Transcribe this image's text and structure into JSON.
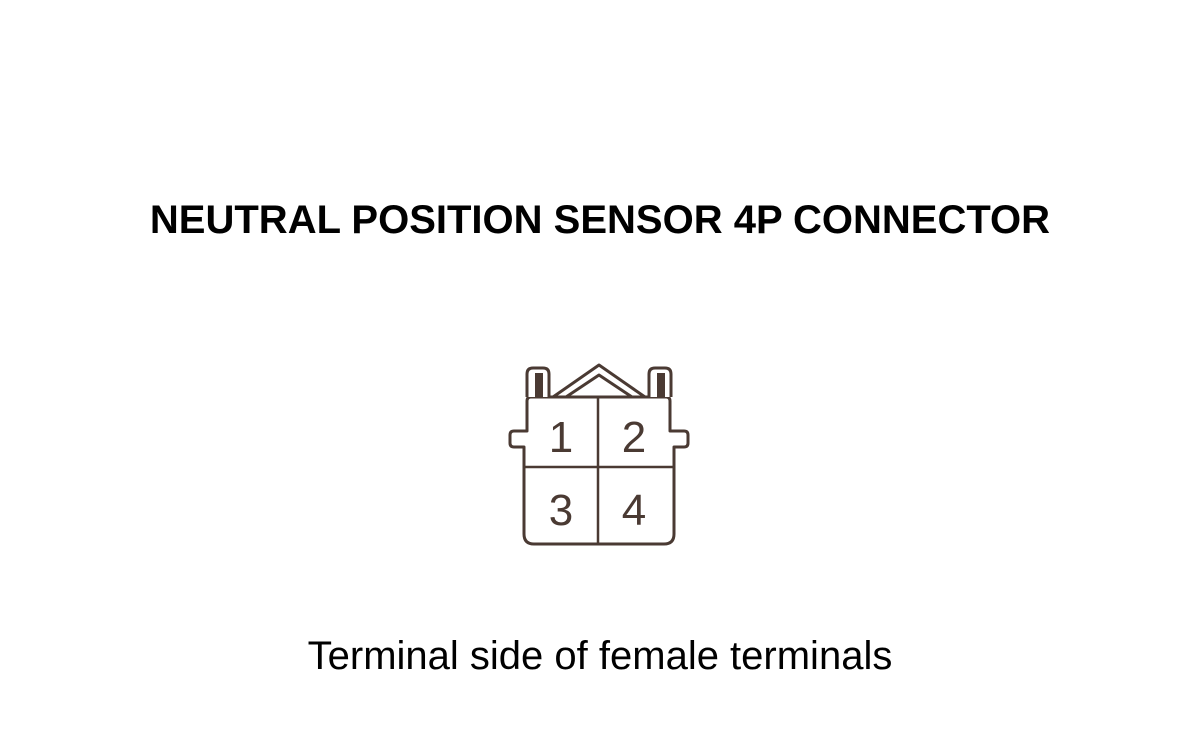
{
  "title": "NEUTRAL POSITION SENSOR 4P CONNECTOR",
  "caption": "Terminal side of female terminals",
  "connector": {
    "pins": [
      "1",
      "2",
      "3",
      "4"
    ],
    "line_color": "#4a3a33",
    "fill_color": "#ffffff"
  }
}
